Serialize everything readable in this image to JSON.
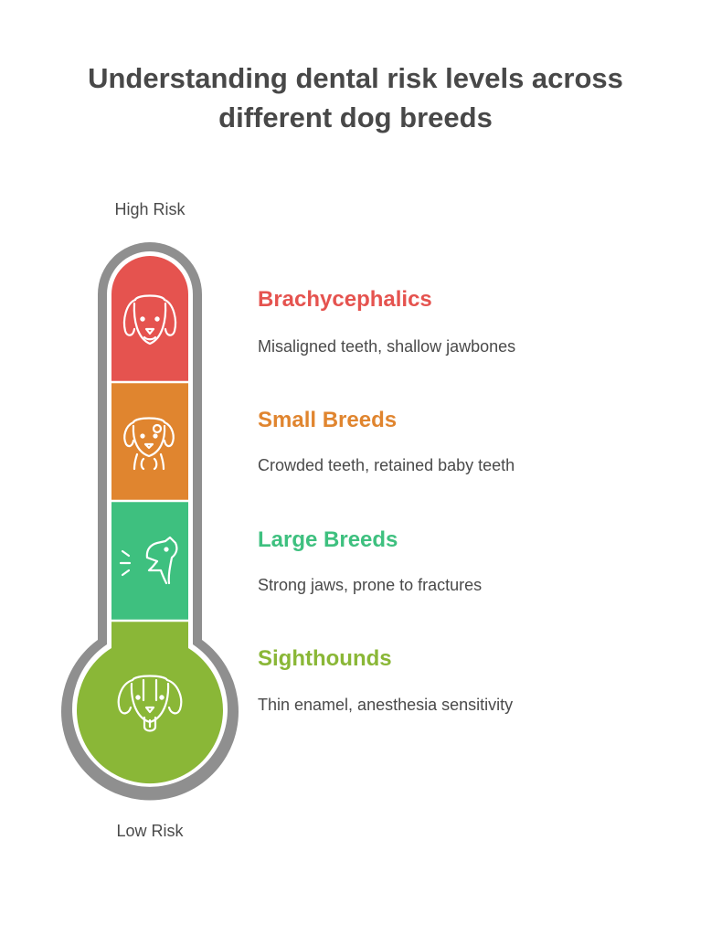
{
  "title": {
    "line1": "Understanding dental risk levels across",
    "line2": "different dog breeds"
  },
  "scale": {
    "high_label": "High Risk",
    "low_label": "Low Risk"
  },
  "levels": [
    {
      "title": "Brachycephalics",
      "description": "Misaligned teeth, shallow jawbones",
      "color": "#e5534f",
      "icon": "dog-face-icon"
    },
    {
      "title": "Small Breeds",
      "description": "Crowded teeth, retained baby teeth",
      "color": "#e0852f",
      "icon": "small-dog-icon"
    },
    {
      "title": "Large Breeds",
      "description": "Strong jaws, prone to fractures",
      "color": "#3ec07f",
      "icon": "barking-dog-icon"
    },
    {
      "title": "Sighthounds",
      "description": "Thin enamel, anesthesia sensitivity",
      "color": "#8ab737",
      "icon": "dog-tongue-icon"
    }
  ],
  "colors": {
    "outline": "#8f8f8f"
  }
}
